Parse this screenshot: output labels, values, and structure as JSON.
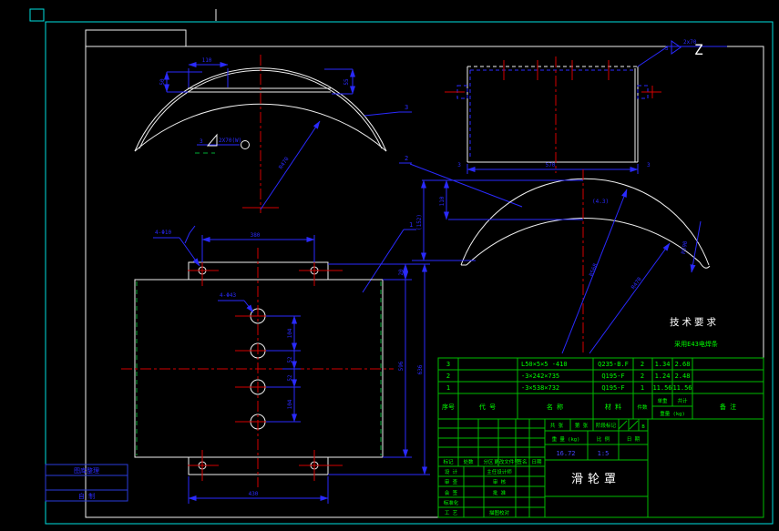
{
  "colors": {
    "background": "#000000",
    "frame_cyan": "#00e0e0",
    "drawing_white": "#f0f0f0",
    "dimension_blue": "#2a2aff",
    "centerline_red": "#d40000",
    "table_green": "#00ff00",
    "value_blue": "#4646ff"
  },
  "margin_boxes": {
    "box1": "图库整理",
    "box2": "自 制"
  },
  "views": {
    "front_view": {
      "dim_width_top": "110",
      "dim_left": "50",
      "dim_right": "55",
      "dim_radius": "R470",
      "weld_size": "3",
      "weld_note": "2X70(W)"
    },
    "top_view": {
      "dim_width": "570",
      "dim_end_left": "3",
      "dim_end_right": "3",
      "weld_size": "3",
      "weld_note": "2x70",
      "weld_flag": "Z"
    },
    "side_view": {
      "dim_height_outer": "(152)",
      "dim_height_inner": "110",
      "dim_r_outer": "R568",
      "dim_r_inner": "R470",
      "dim_r_tip": "R590",
      "dim_gap": "(4.3)"
    },
    "plate_view": {
      "dim_top": "380",
      "dim_bottom": "430",
      "dim_flange": "20",
      "dim_inner_h": "596",
      "dim_total_h": "636",
      "hole_spacings": [
        "104",
        "52",
        "52",
        "104"
      ],
      "note_flange_holes": "4-Φ10",
      "note_center_holes": "4-Φ43"
    },
    "part_leaders": {
      "p1": "1",
      "p2": "2",
      "p3": "3"
    }
  },
  "tech_requirements": {
    "title": "技术要求",
    "line1": "采用E43电焊条"
  },
  "bom": {
    "headers": {
      "no": "序号",
      "code": "代  号",
      "name": "名  称",
      "material": "材  料",
      "qty": "件数",
      "unit": "单重",
      "total": "共计",
      "weight": "重量 (kg)",
      "note": "备  注"
    },
    "rows": [
      {
        "no": "3",
        "code": "",
        "name": "L50×5×5  -410",
        "material": "Q235-B.F",
        "qty": "2",
        "unit": "1.34",
        "total": "2.68",
        "note": ""
      },
      {
        "no": "2",
        "code": "",
        "name": "-3×242×735",
        "material": "Q195-F",
        "qty": "2",
        "unit": "1.24",
        "total": "2.48",
        "note": ""
      },
      {
        "no": "1",
        "code": "",
        "name": "-3×538×732",
        "material": "Q195-F",
        "qty": "1",
        "unit": "11.56",
        "total": "11.56",
        "note": ""
      }
    ]
  },
  "titleblock": {
    "change_header": {
      "mark": "标记",
      "count": "处数",
      "zone": "分区",
      "doc_no": "更改文件号",
      "sign": "签名",
      "date": "日期"
    },
    "sign_rows": [
      {
        "label": "设 计",
        "mid": "主任设计师"
      },
      {
        "label": "审 查",
        "mid": "审  核"
      },
      {
        "label": "会 签",
        "mid": "批  准"
      },
      {
        "label": "标准化",
        "mid": ""
      },
      {
        "label": "工 艺",
        "mid": "描图校对"
      }
    ],
    "stage": {
      "sheets": "共 张",
      "sheet_no": "第 张",
      "stage_mark": "阶段标记",
      "slash": "∕",
      "letter": "B"
    },
    "weight_label": "重 量 (kg)",
    "scale_label": "比 例",
    "date_label": "日 期",
    "weight_value": "16.72",
    "scale_value": "1:5",
    "part_name": "滑轮罩"
  }
}
